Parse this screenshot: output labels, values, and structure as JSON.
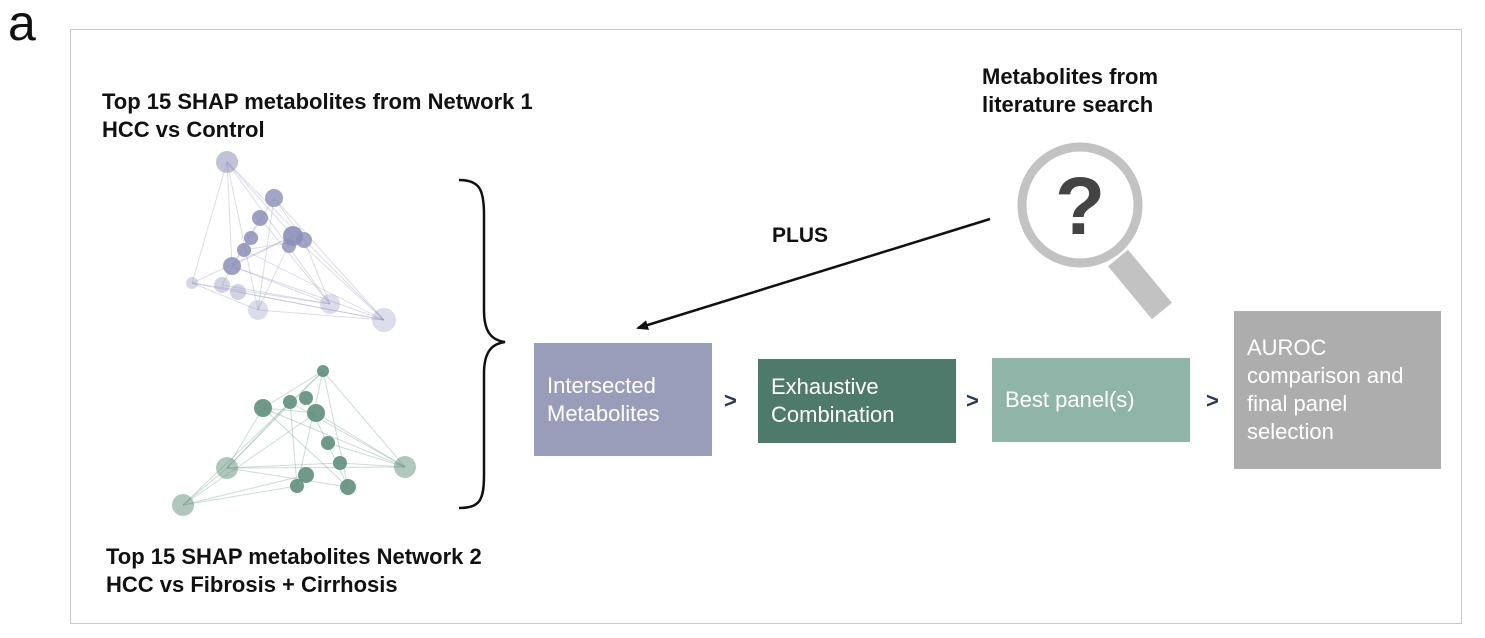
{
  "panel_label": "a",
  "network1": {
    "title_line1": "Top 15 SHAP metabolites from Network 1",
    "title_line2": "HCC vs Control",
    "color": "#8c8fb8"
  },
  "network2": {
    "title_line1": "Top 15 SHAP metabolites Network 2",
    "title_line2": "HCC vs Fibrosis + Cirrhosis",
    "color": "#5f8f7c"
  },
  "literature": {
    "title_line1": "Metabolites from",
    "title_line2": "literature search",
    "icon": "magnifier-question-icon"
  },
  "connector_label": "PLUS",
  "steps": [
    {
      "line1": "Intersected",
      "line2": "Metabolites",
      "color": "#9a9db9"
    },
    {
      "line1": "Exhaustive",
      "line2": "Combination",
      "color": "#4e7a6c"
    },
    {
      "line1": "Best panel(s)",
      "line2": "",
      "color": "#8fb4a8"
    },
    {
      "line1": "AUROC",
      "line2": "comparison and",
      "line3": "final panel",
      "line4": "selection",
      "color": "#adadad"
    }
  ],
  "step_arrow_glyph": ">"
}
